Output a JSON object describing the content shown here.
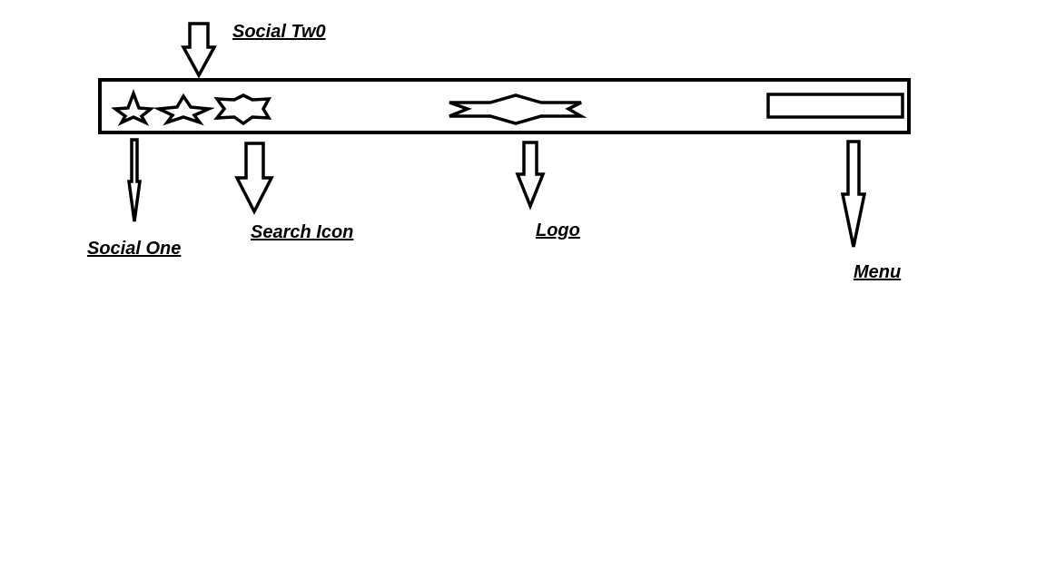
{
  "colors": {
    "stroke": "#000000",
    "background": "#ffffff"
  },
  "labels": {
    "social_two": "Social Tw0",
    "social_one": "Social One",
    "search_icon": "Search Icon",
    "logo": "Logo",
    "menu": "Menu"
  },
  "icons": {
    "social_one": "star-icon",
    "social_two": "star-icon",
    "search": "six-point-star-icon",
    "logo": "elongated-star-logo",
    "menu": "rectangle-menu-bar"
  }
}
